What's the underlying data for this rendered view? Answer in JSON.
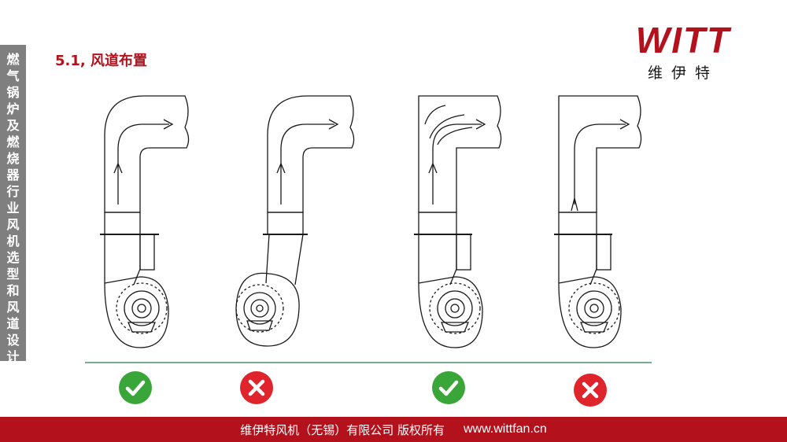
{
  "sidebar": {
    "vertical_title": "燃气锅炉及燃烧器行业风机选型和风道设计"
  },
  "header": {
    "section_title": "5.1, 风道布置"
  },
  "logo": {
    "brand": "WITT",
    "subtitle": "维伊特"
  },
  "layouts": [
    {
      "status": "correct",
      "icon": "check-icon"
    },
    {
      "status": "incorrect",
      "icon": "cross-icon"
    },
    {
      "status": "correct",
      "icon": "check-icon"
    },
    {
      "status": "incorrect",
      "icon": "cross-icon"
    }
  ],
  "footer": {
    "company": "维伊特风机（无锡）有限公司 版权所有",
    "website": "www.wittfan.cn"
  },
  "colors": {
    "brand_red": "#b3121d",
    "check_green": "#3aa63a",
    "cross_red": "#e0242b",
    "sidebar_gray": "#7f7f7f",
    "baseline_green": "#4f8f6f"
  }
}
